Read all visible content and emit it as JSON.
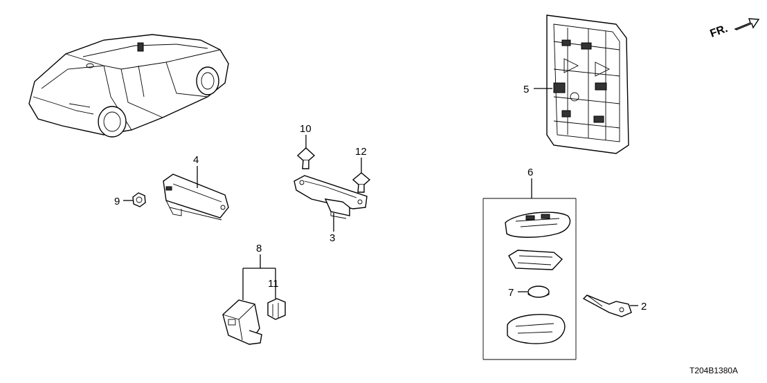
{
  "callouts": {
    "c1": "2",
    "c2": "3",
    "c3": "4",
    "c4": "5",
    "c5": "6",
    "c6": "7",
    "c7": "8",
    "c8": "9",
    "c9": "10",
    "c10": "11",
    "c11": "12"
  },
  "direction_marker": "FR.",
  "diagram_code": "T204B1380A"
}
